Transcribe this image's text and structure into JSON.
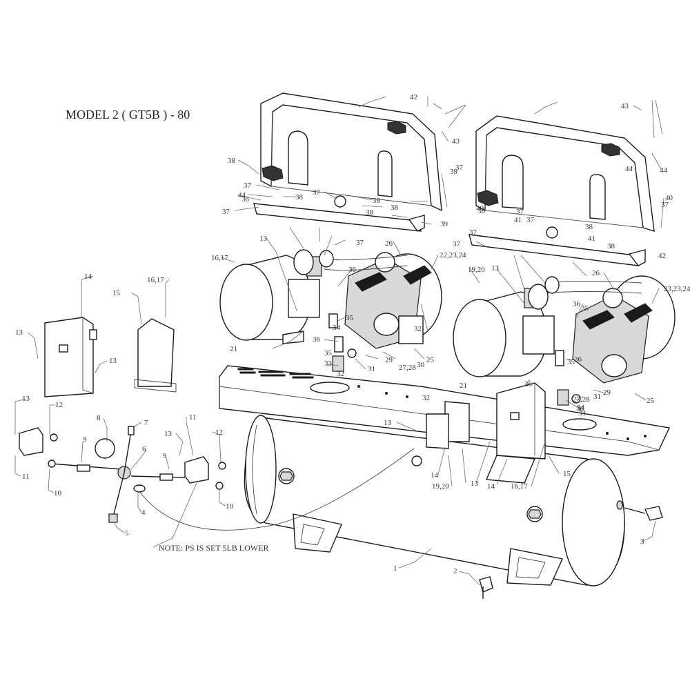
{
  "title": "MODEL 2 ( GT5B ) - 80",
  "note": "NOTE: PS IS SET 5LB LOWER",
  "callouts": [
    {
      "id": "c1",
      "text": "1"
    },
    {
      "id": "c2",
      "text": "2"
    },
    {
      "id": "c3",
      "text": "3"
    },
    {
      "id": "c4",
      "text": "4"
    },
    {
      "id": "c5",
      "text": "5"
    },
    {
      "id": "c6",
      "text": "6"
    },
    {
      "id": "c7",
      "text": "7"
    },
    {
      "id": "c8",
      "text": "8"
    },
    {
      "id": "c9a",
      "text": "9"
    },
    {
      "id": "c9b",
      "text": "9"
    },
    {
      "id": "c10a",
      "text": "10"
    },
    {
      "id": "c10b",
      "text": "10"
    },
    {
      "id": "c11a",
      "text": "11"
    },
    {
      "id": "c11b",
      "text": "11"
    },
    {
      "id": "c12a",
      "text": "12"
    },
    {
      "id": "c12b",
      "text": "12"
    },
    {
      "id": "c13a",
      "text": "13"
    },
    {
      "id": "c13b",
      "text": "13"
    },
    {
      "id": "c13c",
      "text": "13"
    },
    {
      "id": "c13d",
      "text": "13"
    },
    {
      "id": "c13e",
      "text": "13"
    },
    {
      "id": "c13f",
      "text": "13"
    },
    {
      "id": "c13g",
      "text": "13"
    },
    {
      "id": "c13h",
      "text": "13"
    },
    {
      "id": "c14a",
      "text": "14"
    },
    {
      "id": "c14b",
      "text": "14"
    },
    {
      "id": "c14c",
      "text": "14"
    },
    {
      "id": "c15a",
      "text": "15"
    },
    {
      "id": "c15b",
      "text": "15"
    },
    {
      "id": "c1617a",
      "text": "16,17"
    },
    {
      "id": "c1617b",
      "text": "16,17"
    },
    {
      "id": "c1920",
      "text": "19,20"
    },
    {
      "id": "c21a",
      "text": "21"
    },
    {
      "id": "c21b",
      "text": "21"
    },
    {
      "id": "c222324",
      "text": "22,23,24"
    },
    {
      "id": "c232324",
      "text": "23,23,24"
    },
    {
      "id": "c25a",
      "text": "25"
    },
    {
      "id": "c25b",
      "text": "25"
    },
    {
      "id": "c26a",
      "text": "26"
    },
    {
      "id": "c26b",
      "text": "26"
    },
    {
      "id": "c2728a",
      "text": "27,28"
    },
    {
      "id": "c2728b",
      "text": "27,28"
    },
    {
      "id": "c29a",
      "text": "29"
    },
    {
      "id": "c29b",
      "text": "29"
    },
    {
      "id": "c30a",
      "text": "30"
    },
    {
      "id": "c30b",
      "text": "30"
    },
    {
      "id": "c31a",
      "text": "31"
    },
    {
      "id": "c31b",
      "text": "31"
    },
    {
      "id": "c32a",
      "text": "32"
    },
    {
      "id": "c32b",
      "text": "32"
    },
    {
      "id": "c32c",
      "text": "32"
    },
    {
      "id": "c33a",
      "text": "33"
    },
    {
      "id": "c33b",
      "text": "33"
    },
    {
      "id": "c34a",
      "text": "34"
    },
    {
      "id": "c34b",
      "text": "34"
    },
    {
      "id": "c35a",
      "text": "35"
    },
    {
      "id": "c35b",
      "text": "35"
    },
    {
      "id": "c35c",
      "text": "35"
    },
    {
      "id": "c35d",
      "text": "35"
    },
    {
      "id": "c36a",
      "text": "36"
    },
    {
      "id": "c36b",
      "text": "36"
    },
    {
      "id": "c36c",
      "text": "36"
    },
    {
      "id": "c36d",
      "text": "36"
    },
    {
      "id": "c36e",
      "text": "36"
    },
    {
      "id": "c36f",
      "text": "36"
    },
    {
      "id": "c37a",
      "text": "37"
    },
    {
      "id": "c37b",
      "text": "37"
    },
    {
      "id": "c37c",
      "text": "37"
    },
    {
      "id": "c37d",
      "text": "37"
    },
    {
      "id": "c37e",
      "text": "37"
    },
    {
      "id": "c37f",
      "text": "37"
    },
    {
      "id": "c37g",
      "text": "37"
    },
    {
      "id": "c37h",
      "text": "37"
    },
    {
      "id": "c37i",
      "text": "37"
    },
    {
      "id": "c37j",
      "text": "37"
    },
    {
      "id": "c38a",
      "text": "38"
    },
    {
      "id": "c38b",
      "text": "38"
    },
    {
      "id": "c38c",
      "text": "38"
    },
    {
      "id": "c38d",
      "text": "38"
    },
    {
      "id": "c38e",
      "text": "38"
    },
    {
      "id": "c38f",
      "text": "38"
    },
    {
      "id": "c38g",
      "text": "38"
    },
    {
      "id": "c38h",
      "text": "38"
    },
    {
      "id": "c39a",
      "text": "39"
    },
    {
      "id": "c39b",
      "text": "39"
    },
    {
      "id": "c40a",
      "text": "40"
    },
    {
      "id": "c40b",
      "text": "40"
    },
    {
      "id": "c41a",
      "text": "41"
    },
    {
      "id": "c41b",
      "text": "41"
    },
    {
      "id": "c42a",
      "text": "42"
    },
    {
      "id": "c42b",
      "text": "42"
    },
    {
      "id": "c43a",
      "text": "43"
    },
    {
      "id": "c43b",
      "text": "43"
    },
    {
      "id": "c44a",
      "text": "44"
    },
    {
      "id": "c44b",
      "text": "44"
    }
  ]
}
